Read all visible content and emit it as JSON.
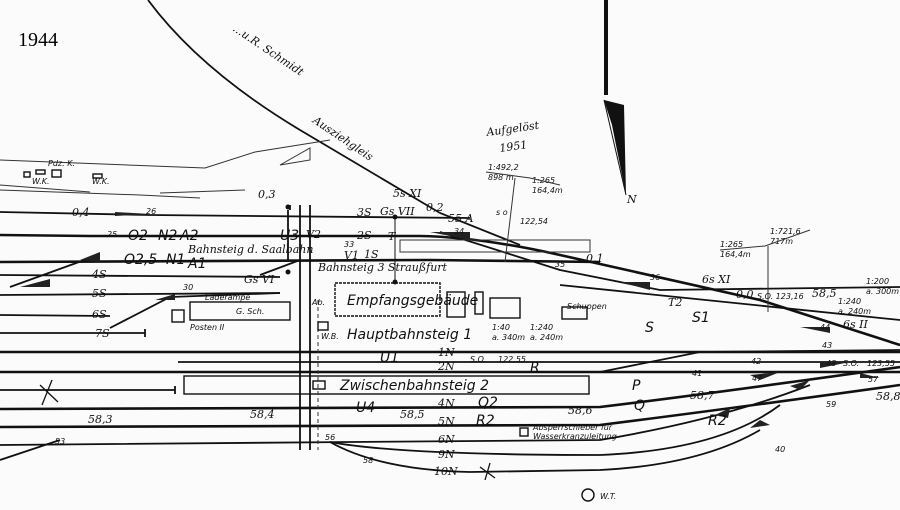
{
  "title": {
    "year": "1944"
  },
  "annotations": {
    "handwritten_note_line1": "Aufgelöst",
    "handwritten_note_line2": "1951",
    "siding_label_1": "...u.R. Schmidt",
    "siding_label_2": "Ausziehgleis",
    "north": "N"
  },
  "buildings": {
    "station": "Empfangsgebäude",
    "shed": "Schuppen",
    "goods_shed": "G. Sch.",
    "loading_ramp": "Laderampe",
    "post": "Posten II",
    "wb": "W.B.",
    "ab": "Ab.",
    "wk1": "W.K.",
    "wk2": "W.K.",
    "pdzk": "Pdz. K.",
    "wt": "W.T.",
    "valve": "Absperrschieber für",
    "valve2": "Wasserkranzuleitung"
  },
  "platforms": {
    "p1": "Hauptbahnsteig 1",
    "p2": "Zwischenbahnsteig 2",
    "p3": "Bahnsteig 3 Straußfurt",
    "saal": "Bahnsteig d. Saalbahn"
  },
  "tracks": {
    "t3s": "3S",
    "t2s": "2S",
    "t1s": "1S",
    "t4s": "4S",
    "t5s": "5S",
    "t6s": "6S",
    "t7s": "7S",
    "t1n": "1N",
    "t2n": "2N",
    "t4n": "4N",
    "t5n": "5N",
    "t6n": "6N",
    "t9n": "9N",
    "t10n": "10N"
  },
  "signals": {
    "o2": "O2",
    "o25": "O2,5",
    "n2": "N2",
    "n1": "N1",
    "a2": "A2",
    "a1": "A1",
    "u3": "U3",
    "v2": "V2",
    "v1": "V1",
    "t": "T",
    "t2": "T2",
    "s": "S",
    "s1": "S1",
    "u1": "U1",
    "u4": "U4",
    "r": "R",
    "q2": "Q2",
    "r2": "R2",
    "p": "P",
    "q": "Q",
    "r2b": "R2",
    "gs6": "Gs VI",
    "gs7": "Gs VII",
    "gs11": "6s XI",
    "gs2": "6s II",
    "ss11": "5s XI",
    "a55": "55 A"
  },
  "points": {
    "k26": "26",
    "k25": "25",
    "k30": "30",
    "k33": "33",
    "k34": "34",
    "k35": "35",
    "k36": "36",
    "k40": "40",
    "k41": "41",
    "k42": "42",
    "k43": "43",
    "k44": "44",
    "k47": "47",
    "k48": "48",
    "k53": "53",
    "k56": "56",
    "k57": "57",
    "k58": "58",
    "k59": "59"
  },
  "kilometres": {
    "m04": "0,4",
    "m03": "0,3",
    "m02": "0,2",
    "m01": "0,1",
    "m00": "0,0",
    "m583": "58,3",
    "m584": "58,4",
    "m585": "58,5",
    "m586": "58,6",
    "m587": "58,7",
    "m588": "58,8",
    "m585b": "58,5"
  },
  "gradients": {
    "g1": "1:492,2",
    "g1d": "898 m",
    "g2": "1:265",
    "g2d": "164,4m",
    "g3": "122,54",
    "g4": "1:265",
    "g4d": "164,4m",
    "g5": "1:721,6",
    "g5d": "717m",
    "g6": "1:240",
    "g6d": "a. 240m",
    "g7": "1:200",
    "g7d": "a. 300m",
    "g8": "1:40",
    "g8d": "a. 340m",
    "g9": "1:240",
    "g9d": "a. 240m",
    "so1": "S.O.",
    "so1v": "122,55",
    "so2": "S.O.",
    "so2v": "123,55",
    "so3": "S.O. 123,16",
    "so0": "s o"
  }
}
